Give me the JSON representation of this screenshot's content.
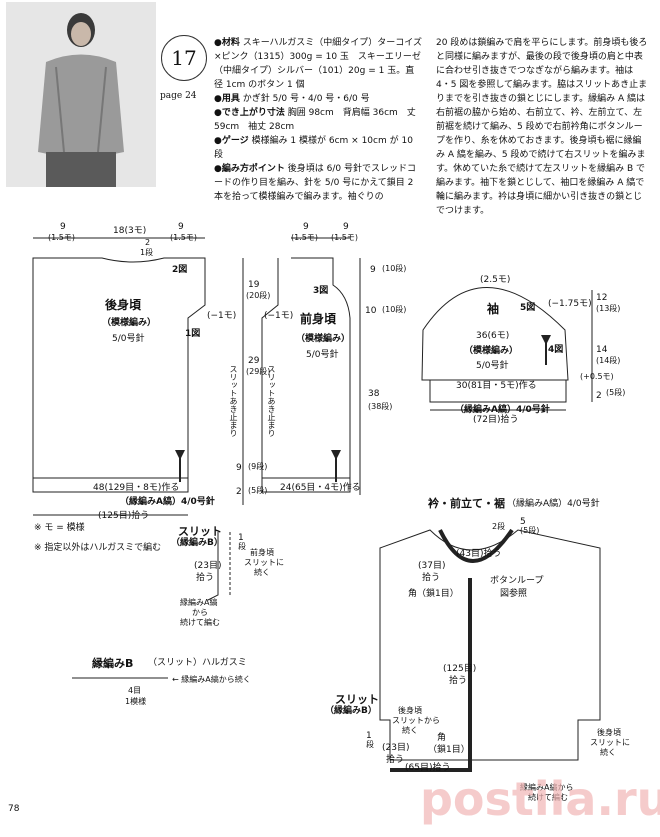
{
  "header": {
    "number": "17",
    "page_ref": "page 24",
    "materials_label": "●材料",
    "materials_text": "スキーハルガスミ（中細タイプ）ターコイズ×ピンク（1315）300g = 10 玉　スキーエリーゼ（中細タイプ）シルバー（101）20g = 1 玉。直径 1cm のボタン 1 個",
    "tools_label": "●用具",
    "tools_text": "かぎ針 5/0 号・4/0 号・6/0 号",
    "size_label": "●でき上がり寸法",
    "size_text": "胸囲 98cm　背肩幅 36cm　丈 59cm　袖丈 28cm",
    "gauge_label": "●ゲージ",
    "gauge_text": "模様編み 1 模様が 6cm × 10cm が 10 段",
    "method_label": "●編み方ポイント",
    "method_text": "後身頃は 6/0 号針でスレッドコードの作り目を編み、針を 5/0 号にかえて鎖目 2 本を拾って模様編みで編みます。袖ぐりの",
    "right_text": "20 段めは鎖編みで肩を平らにします。前身頃も後ろと同様に編みますが、最後の段で後身頃の肩と中表に合わせ引き抜きでつなぎながら編みます。袖は 4・5 図を参照して編みます。脇はスリットあき止まりまでを引き抜きの鎖とじにします。縁編み A 縞は右前裾の脇から始め、右前立て、衿、左前立て、左前裾を続けて編み、5 段めで右前衿角にボタンループを作り、糸を休めておきます。後身頃も裾に縁編み A 縞を編み、5 段めで続けて右スリットを編みます。休めていた糸で続けて左スリットを縁編み B で編みます。袖下を鎖とじして、袖口を縁編み A 縞で輪に編みます。衿は身頃に細かい引き抜きの鎖とじでつけます。"
  },
  "back": {
    "title": "後身頃",
    "pattern": "（模様編み）",
    "needle": "5/0号針",
    "top_left": "9",
    "top_left_sub": "(1.5モ)",
    "top_mid": "18(3モ)",
    "top_mid2": "2",
    "top_mid3": "1段",
    "top_right": "9",
    "top_right_sub": "(1.5モ)",
    "fig2": "2図",
    "fig1": "1図",
    "minus1": "(−1モ)",
    "hem": "48(129目・8モ)作る",
    "border": "（縁編みA縞）4/0号針",
    "pickup": "(125目)拾う",
    "side_l1": "19",
    "side_l2": "(20段)",
    "side_l3": "29",
    "side_l4": "(29段)",
    "slit": "スリットあき止まり",
    "side_l5": "9",
    "side_l6": "(9段)",
    "side_l7": "2",
    "side_l8": "(5段)"
  },
  "front": {
    "title": "前身頃",
    "pattern": "（模様編み）",
    "needle": "5/0号針",
    "top_l": "9",
    "top_l_sub": "(1.5モ)",
    "top_r": "9",
    "top_r_sub": "(1.5モ)",
    "fig3": "3図",
    "minus1": "(−1モ)",
    "slit": "スリットあき止まり",
    "hem": "24(65目・4モ)作る",
    "r1": "9",
    "r1s": "(10段)",
    "r2": "10",
    "r2s": "(10段)",
    "r3": "38",
    "r3s": "(38段)"
  },
  "sleeve": {
    "title": "袖",
    "pattern": "（模様編み）",
    "needle": "5/0号針",
    "top": "(2.5モ)",
    "fig5": "5図",
    "fig4": "4図",
    "width": "36(6モ)",
    "minus": "(−1.75モ)",
    "cast": "30(81目・5モ)作る",
    "border": "（縁編みA縞）4/0号針",
    "pickup": "(72目)拾う",
    "r1": "12",
    "r1s": "(13段)",
    "r2": "14",
    "r2s": "(14段)",
    "plus": "(+0.5モ)",
    "r3": "2",
    "r3s": "(5段)"
  },
  "notes": {
    "n1": "※ モ = 模様",
    "n2": "※ 指定以外はハルガスミで編む"
  },
  "slit_detail": {
    "title": "スリット",
    "sub": "（縁編みB）",
    "r1": "1",
    "r1s": "段",
    "pick": "(23目)",
    "pick2": "拾う",
    "note1": "前身頃",
    "note2": "スリットに",
    "note3": "続く",
    "note4": "縁編みA縞",
    "note5": "から",
    "note6": "続けて編む"
  },
  "border_b": {
    "title": "縁編みB",
    "sub": "（スリット）ハルガスミ",
    "arrow": "← 縁編みA縞から続く",
    "rep": "4目",
    "rep2": "1模様"
  },
  "collar": {
    "title": "衿・前立て・裾",
    "sub": "（縁編みA縞）4/0号針",
    "r1": "5",
    "r1s": "(5段)",
    "r2": "2段",
    "neck": "(43目)拾う",
    "side": "(37目)",
    "side2": "拾う",
    "loop": "ボタンループ",
    "loop2": "図参照",
    "corner": "角（鎖1目）",
    "front": "(125目)",
    "front2": "拾う",
    "slit": "スリット",
    "slit_sub": "（縁編みB）",
    "slit_note1": "後身頃",
    "slit_note2": "スリットから",
    "slit_note3": "続く",
    "r3": "1",
    "r3s": "段",
    "pick23": "(23目)",
    "pick23b": "拾う",
    "corner2": "角",
    "corner2b": "（鎖1目）",
    "pick65": "(65目)拾う",
    "slit_r1": "後身頃",
    "slit_r2": "スリットに",
    "slit_r3": "続く",
    "bottom1": "縁編みA縞から",
    "bottom2": "続けて編む"
  },
  "footer": {
    "page": "78",
    "watermark": "postila.ru"
  }
}
